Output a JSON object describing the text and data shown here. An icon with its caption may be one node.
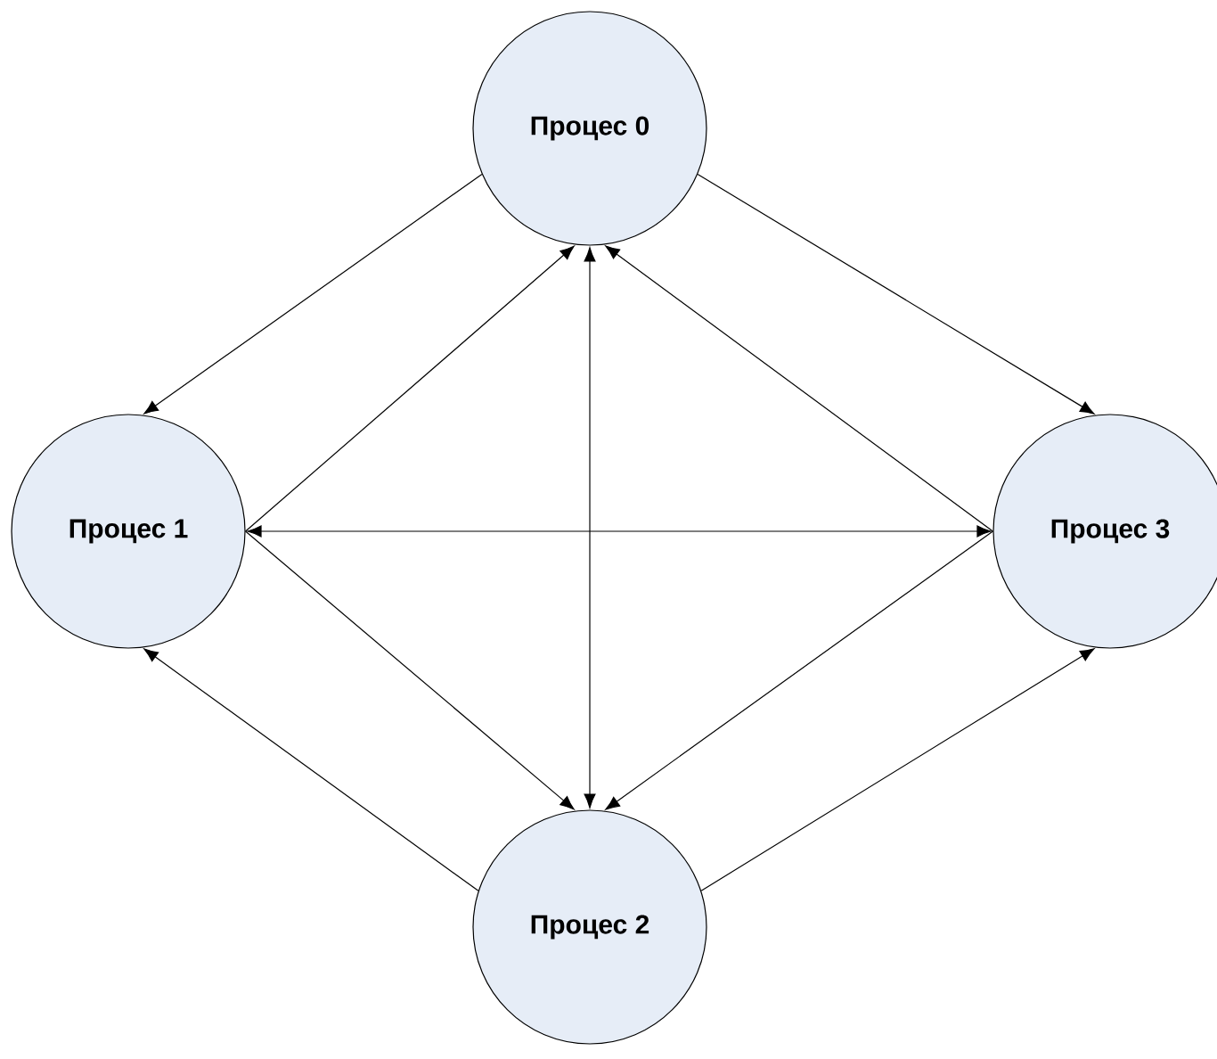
{
  "diagram": {
    "nodes": [
      {
        "text": [
          "Процес 0"
        ]
      },
      {
        "text": [
          "Процес 1"
        ]
      },
      {
        "text": [
          "Процес 2"
        ]
      },
      {
        "text": [
          "Процес 3"
        ]
      }
    ],
    "edges": [
      {
        "from": 0,
        "to": 1,
        "arrow": "to"
      },
      {
        "from": 1,
        "to": 0,
        "arrow": "to"
      },
      {
        "from": 0,
        "to": 3,
        "arrow": "to"
      },
      {
        "from": 3,
        "to": 0,
        "arrow": "to"
      },
      {
        "from": 1,
        "to": 3,
        "arrow": "both"
      },
      {
        "from": 0,
        "to": 2,
        "arrow": "both"
      },
      {
        "from": 1,
        "to": 2,
        "arrow": "to"
      },
      {
        "from": 3,
        "to": 2,
        "arrow": "to"
      },
      {
        "from": 2,
        "to": 1,
        "arrow": "to"
      },
      {
        "from": 2,
        "to": 3,
        "arrow": "to"
      }
    ]
  }
}
